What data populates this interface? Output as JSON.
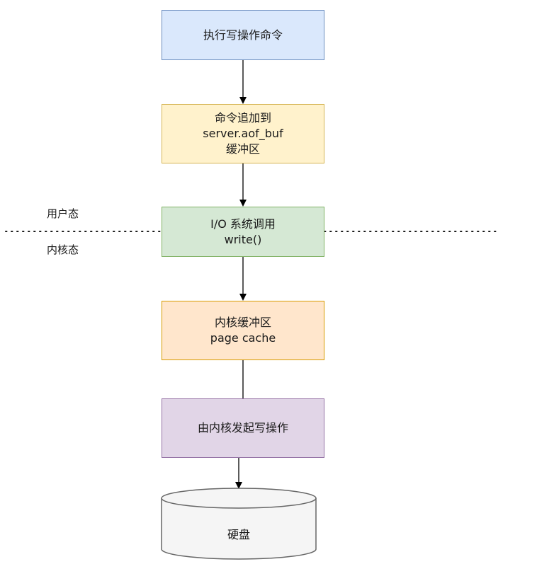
{
  "nodes": [
    {
      "lines": [
        "执行写操作命令"
      ],
      "fill": "#dae8fc",
      "stroke": "#6c8ebf"
    },
    {
      "lines": [
        "命令追加到",
        "server.aof_buf",
        "缓冲区"
      ],
      "fill": "#fff2cc",
      "stroke": "#d6b656"
    },
    {
      "lines": [
        "I/O 系统调用",
        "write()"
      ],
      "fill": "#d5e8d4",
      "stroke": "#82b366"
    },
    {
      "lines": [
        "内核缓冲区",
        "page cache"
      ],
      "fill": "#ffe6cc",
      "stroke": "#d79b00"
    },
    {
      "lines": [
        "由内核发起写操作"
      ],
      "fill": "#e1d5e7",
      "stroke": "#9673a6"
    }
  ],
  "boundary": {
    "user_label": "用户态",
    "kernel_label": "内核态"
  },
  "disk": {
    "label": "硬盘",
    "fill": "#f5f5f5",
    "stroke": "#666666"
  },
  "connectors": [
    {
      "from": 0,
      "to": 1,
      "arrow": true
    },
    {
      "from": 1,
      "to": 2,
      "arrow": true
    },
    {
      "from": 2,
      "to": 3,
      "arrow": true
    },
    {
      "from": 3,
      "to": 4,
      "arrow": false
    },
    {
      "from": 4,
      "to": "disk",
      "arrow": true
    }
  ],
  "colors": {
    "line": "#000000",
    "boundary_dots": "#1a1a1a"
  }
}
